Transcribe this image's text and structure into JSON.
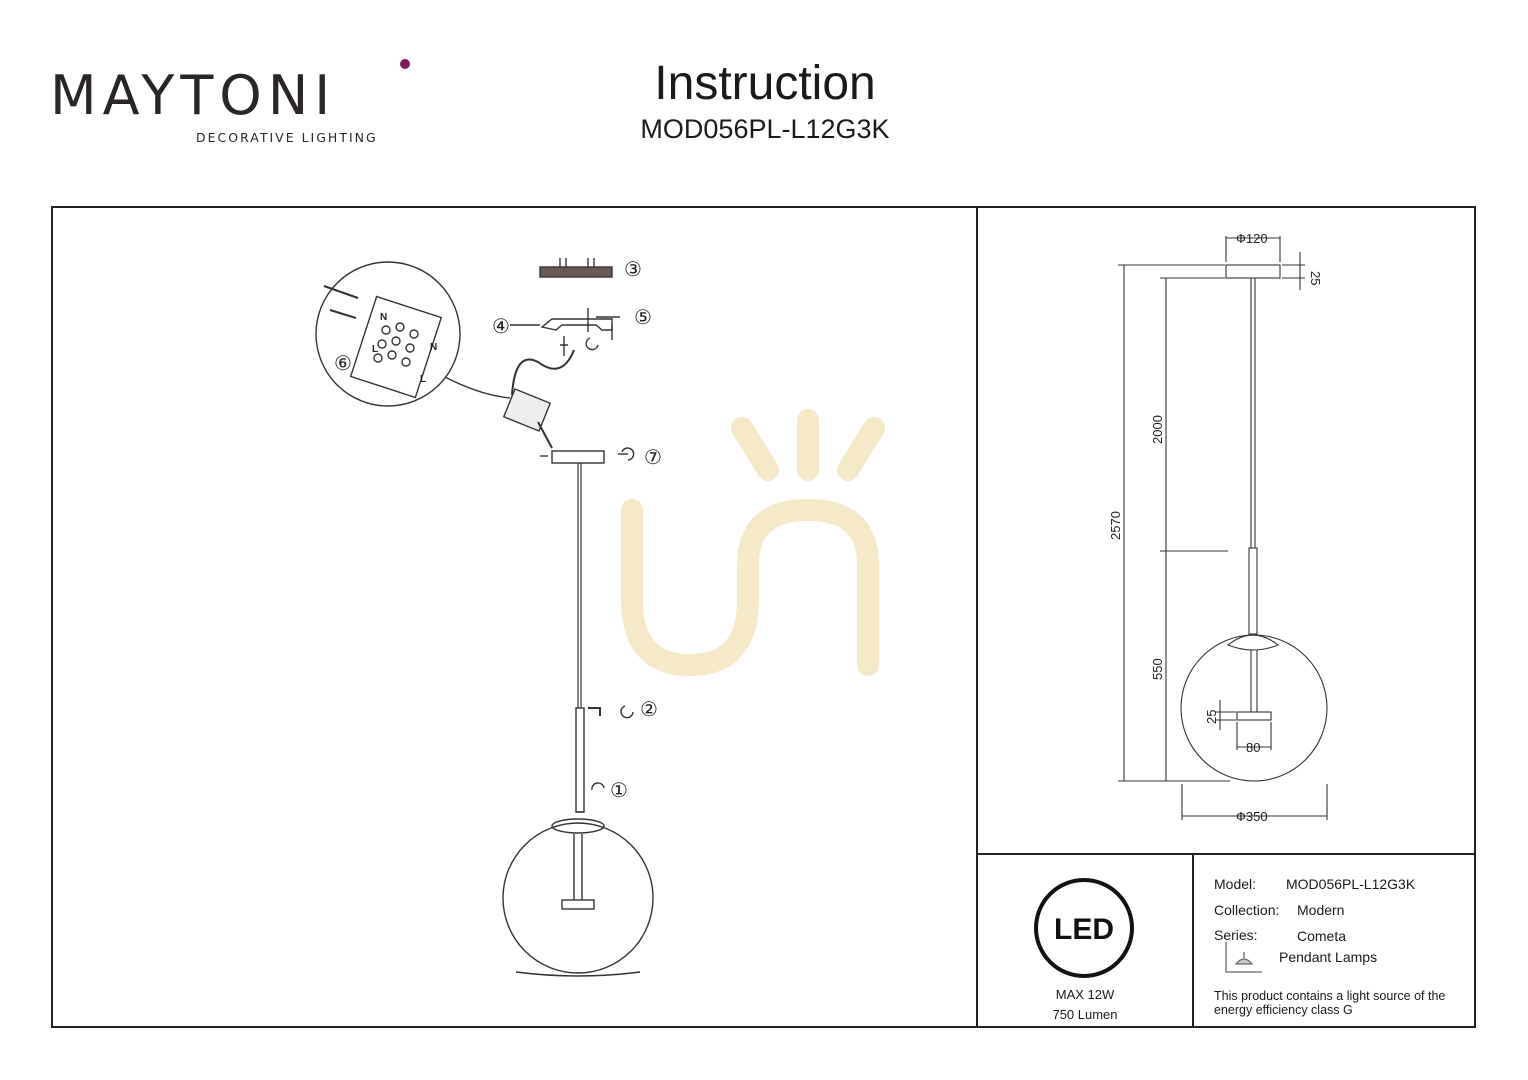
{
  "brand": {
    "name": "MAYTONI",
    "tagline": "DECORATIVE LIGHTING"
  },
  "header": {
    "title": "Instruction",
    "model": "MOD056PL-L12G3K"
  },
  "assembly": {
    "step_labels": [
      "①",
      "②",
      "③",
      "④",
      "⑤",
      "⑥",
      "⑦"
    ],
    "terminal_letters": [
      "N",
      "L",
      "N",
      "L"
    ]
  },
  "dimensions": {
    "canopy_diameter": "Ф120",
    "canopy_height": "25",
    "cable_length": "2000",
    "total_height": "2570",
    "shade_height": "550",
    "disk_height": "25",
    "disk_diameter": "80",
    "shade_diameter": "Ф350"
  },
  "led_panel": {
    "badge": "LED",
    "power": "MAX 12W",
    "lumen": "750 Lumen"
  },
  "specs": {
    "model_label": "Model:",
    "model_value": "MOD056PL-L12G3K",
    "collection_label": "Collection:",
    "collection_value": "Modern",
    "series_label": "Series:",
    "series_value": "Cometa",
    "type_value": "Pendant Lamps",
    "energy_text_1": "This product contains a light source of the",
    "energy_text_2": "energy efficiency class G"
  },
  "colors": {
    "brand_dot": "#7a1f5c",
    "line": "#222222",
    "watermark": "#f6e9c8"
  }
}
